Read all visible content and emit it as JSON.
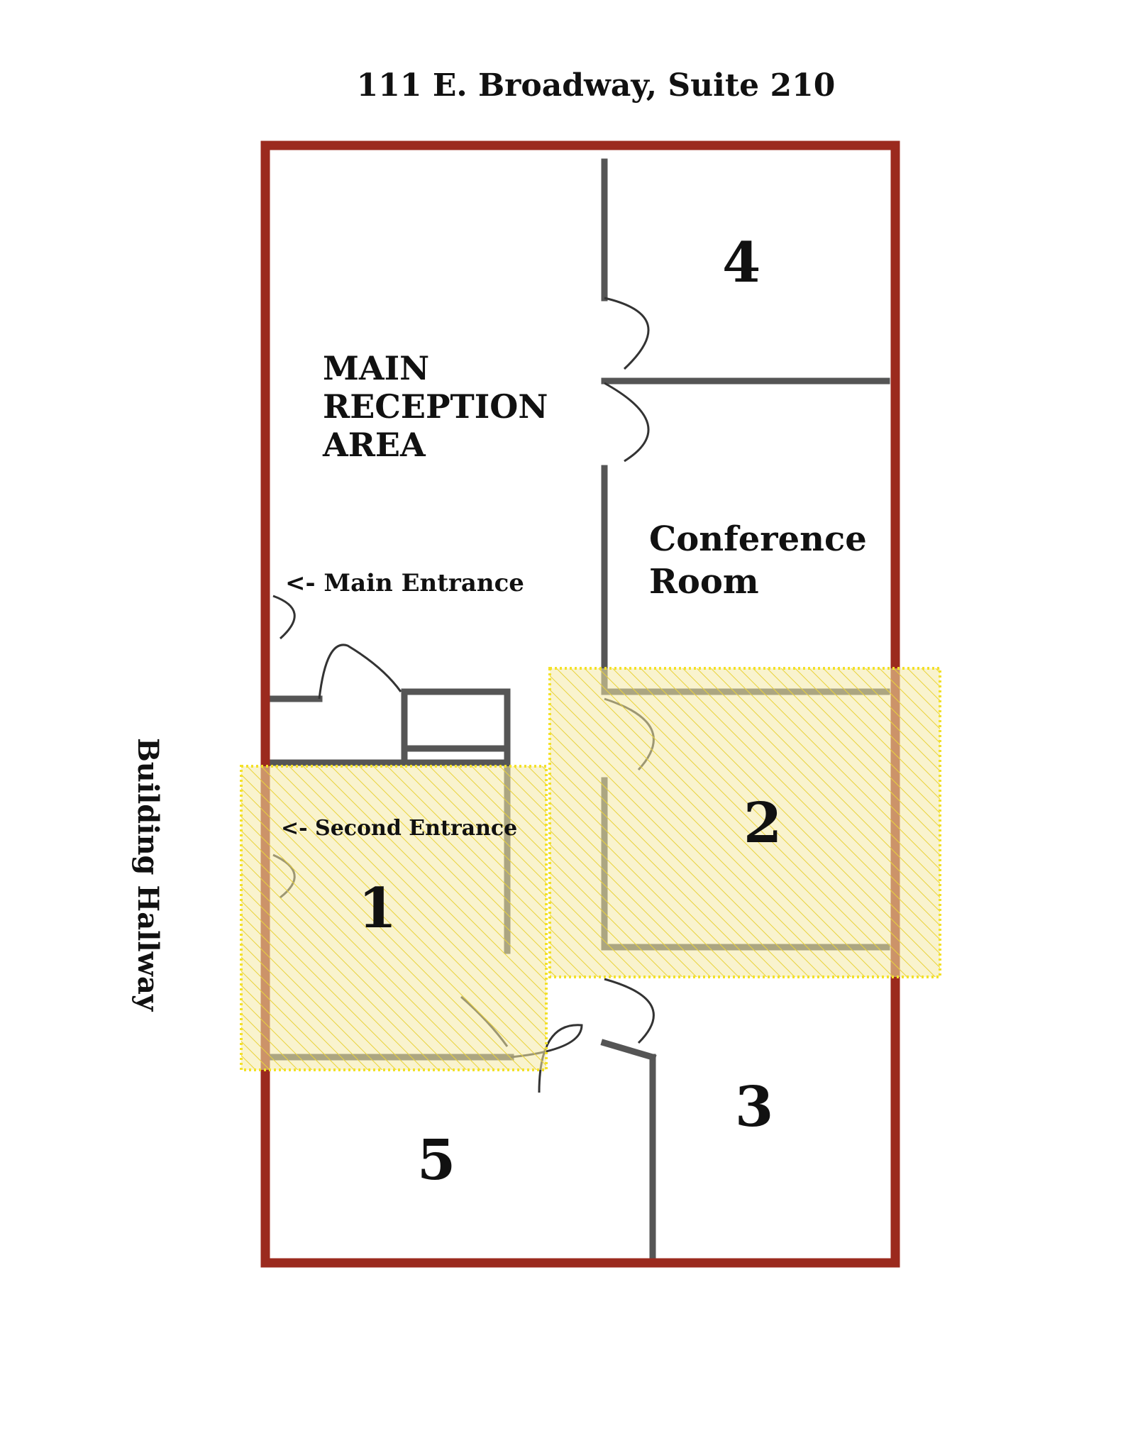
{
  "title": "111 E. Broadway, Suite 210",
  "colors": {
    "outer_wall": "#9b2a1e",
    "interior_wall": "#555555",
    "highlight_fill": "#f4e9a6",
    "highlight_stroke": "#f3e12a"
  },
  "rooms": {
    "reception": "MAIN\nRECEPTION\nAREA",
    "conference": "Conference\nRoom",
    "room1": "1",
    "room2": "2",
    "room3": "3",
    "room4": "4",
    "room5": "5"
  },
  "entrances": {
    "main": "<- Main Entrance",
    "second": "<- Second Entrance"
  },
  "hallway": "Building Hallway",
  "highlighted_rooms": [
    "1",
    "2"
  ]
}
